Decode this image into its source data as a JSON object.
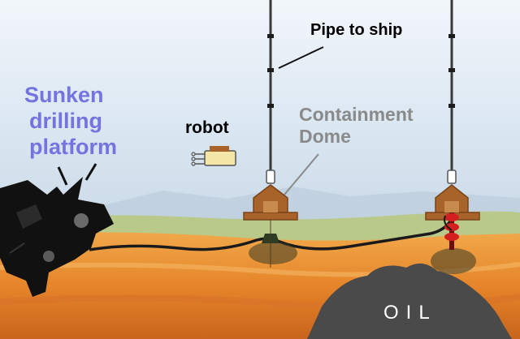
{
  "labels": {
    "platform_line1": "Sunken",
    "platform_line2": "drilling",
    "platform_line3": "platform",
    "robot": "robot",
    "pipe": "Pipe to ship",
    "dome_line1": "Containment",
    "dome_line2": "Dome",
    "oil": "OIL"
  },
  "colors": {
    "platform_label": "#7474e0",
    "dome_label": "#8a8a8a",
    "sea": "#d6e4f0",
    "seabed": "#e9892b",
    "oil": "#4a4a4a",
    "dome": "#a8632a",
    "flow_valve": "#d42020"
  }
}
